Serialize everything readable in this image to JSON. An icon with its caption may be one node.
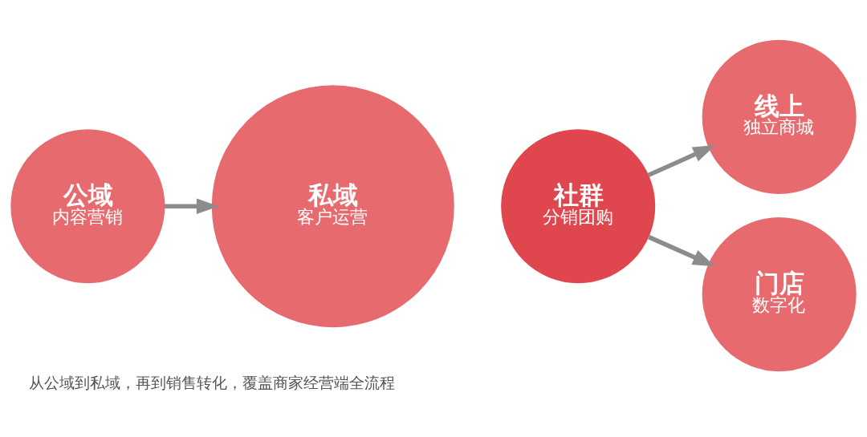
{
  "diagram": {
    "caption": "从公域到私域，再到销售转化，覆盖商家经营端全流程",
    "nodes": [
      {
        "text": [
          "公域",
          "内容营销"
        ]
      },
      {
        "text": [
          "私域",
          "客户运营"
        ]
      },
      {
        "text": [
          "社群",
          "分销团购"
        ]
      },
      {
        "text": [
          "线上",
          "独立商城"
        ]
      },
      {
        "text": [
          "门店",
          "数字化"
        ]
      }
    ],
    "edges": [
      {
        "from": 0,
        "to": 1,
        "arrow": "to"
      },
      {
        "from": 2,
        "to": 3,
        "arrow": "to"
      },
      {
        "from": 2,
        "to": 4,
        "arrow": "to"
      }
    ]
  }
}
